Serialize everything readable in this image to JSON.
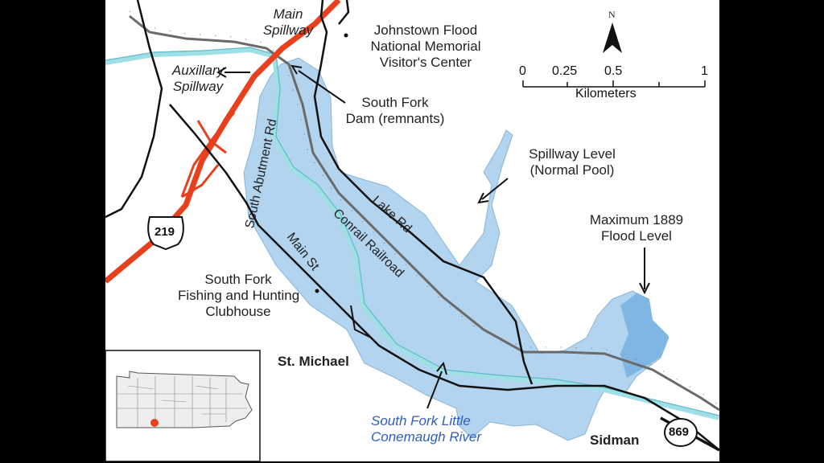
{
  "map": {
    "labels": {
      "main_spillway_line1": "Main",
      "main_spillway_line2": "Spillway",
      "auxillary_spillway_line1": "Auxillary",
      "auxillary_spillway_line2": "Spillway",
      "visitor_center_line1": "Johnstown Flood",
      "visitor_center_line2": "National Memorial",
      "visitor_center_line3": "Visitor's Center",
      "dam_line1": "South Fork",
      "dam_line2": "Dam (remnants)",
      "spillway_level_line1": "Spillway Level",
      "spillway_level_line2": "(Normal Pool)",
      "flood_level_line1": "Maximum 1889",
      "flood_level_line2": "Flood Level",
      "clubhouse_line1": "South Fork",
      "clubhouse_line2": "Fishing and Hunting",
      "clubhouse_line3": "Clubhouse",
      "st_michael": "St. Michael",
      "sidman": "Sidman",
      "river_line1": "South Fork Little",
      "river_line2": "Conemaugh River",
      "south_abutment_rd": "South Abutment Rd",
      "lake_rd": "Lake Rd",
      "conrail": "Conrail Railroad",
      "main_st": "Main St"
    },
    "shields": {
      "us_219": "219",
      "route_869": "869"
    },
    "north_arrow": "N",
    "scale_bar": {
      "ticks": [
        "0",
        "0.25",
        "0.5",
        "1"
      ],
      "unit": "Kilometers"
    },
    "colors": {
      "lake_fill": "#b2d4ee",
      "flood_fill": "#7fb6e3",
      "river": "#9fe0e6",
      "highway": "#e8401c",
      "railroad": "#6a6a6a"
    }
  }
}
